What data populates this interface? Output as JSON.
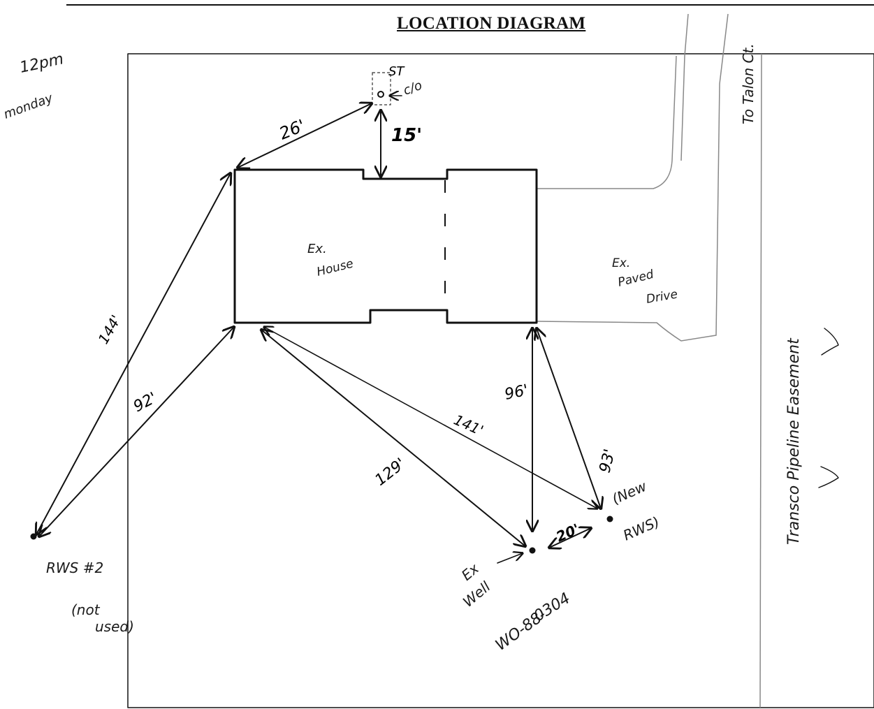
{
  "title": "LOCATION DIAGRAM",
  "notes": {
    "time": "12pm",
    "day": "monday"
  },
  "labels": {
    "septic": "ST",
    "septic_note": "c/o",
    "house_line1": "Ex.",
    "house_line2": "House",
    "drive_line1": "Ex.",
    "drive_line2": "Paved",
    "drive_line3": "Drive",
    "road": "To Talon Ct.",
    "easement": "Transco Pipeline Easement",
    "rws2_line1": "RWS #2",
    "rws2_line2": "(not",
    "rws2_line3": "used)",
    "well_line1": "Ex",
    "well_line2": "Well",
    "well_id_line1": "WO-88-",
    "well_id_line2": "0304",
    "new_rws_line1": "(New",
    "new_rws_line2": "RWS)"
  },
  "dimensions": {
    "d_26": "26'",
    "d_15": "15'",
    "d_144": "144'",
    "d_92": "92'",
    "d_141": "141'",
    "d_129": "129'",
    "d_96": "96'",
    "d_93": "93'",
    "d_20": "20'"
  },
  "colors": {
    "ink": "#111111",
    "faint": "#888888"
  }
}
